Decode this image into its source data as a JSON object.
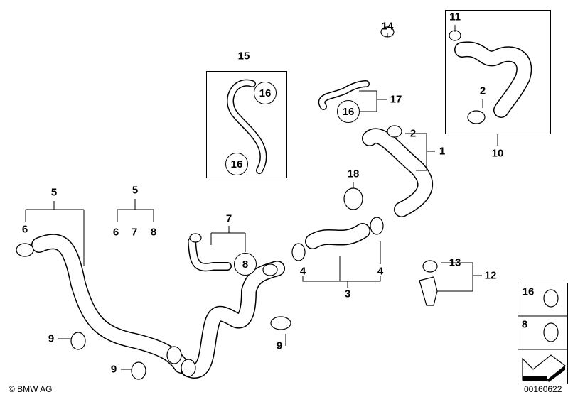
{
  "diagram": {
    "labels": {
      "l14": "14",
      "l11": "11",
      "l15": "15",
      "l16a": "16",
      "l16b": "16",
      "l16c": "16",
      "l17": "17",
      "l2a": "2",
      "l1": "1",
      "l2b": "2",
      "l10": "10",
      "l18": "18",
      "l5a": "5",
      "l5b": "5",
      "l6a": "6",
      "l6b": "6",
      "l7a": "7",
      "l8a": "8",
      "l7b": "7",
      "l8b": "8",
      "l4a": "4",
      "l4b": "4",
      "l3": "3",
      "l13": "13",
      "l12": "12",
      "l9a": "9",
      "l9b": "9",
      "l9c": "9",
      "l16d": "16",
      "l8c": "8"
    },
    "copyright": "© BMW AG",
    "diagram_number": "00160622"
  }
}
